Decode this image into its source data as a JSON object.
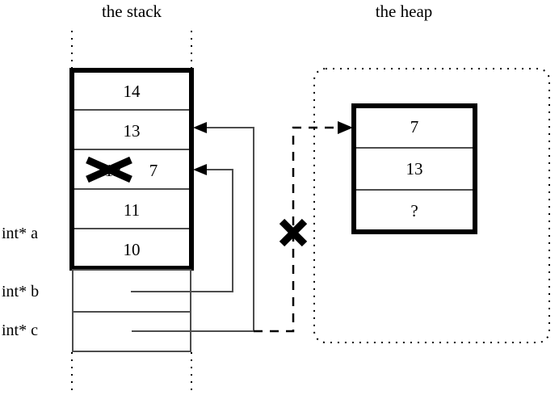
{
  "diagram": {
    "title_stack": "the stack",
    "title_heap": "the heap",
    "colors": {
      "ink": "#000000",
      "background": "#ffffff",
      "thin_line": "#4d4d4d"
    }
  },
  "stack": {
    "label": "the stack",
    "allocated_cells": [
      {
        "value": "14"
      },
      {
        "value": "13"
      },
      {
        "value": "12",
        "struck_out": true,
        "replacement": "7"
      },
      {
        "value": "11"
      },
      {
        "value": "10"
      }
    ],
    "pointer_vars": [
      {
        "label": "int* a",
        "points_to": "stack-cell-10"
      },
      {
        "label": "int* b",
        "points_to": "stack-cell-12"
      },
      {
        "label": "int* c",
        "points_to": "stack-cell-13"
      }
    ],
    "struck_value": "12",
    "new_value": "7"
  },
  "heap": {
    "label": "the heap",
    "cells": [
      {
        "value": "7"
      },
      {
        "value": "13"
      },
      {
        "value": "?"
      }
    ]
  },
  "annotations": {
    "invalidated_pointer_mark": "x-cross",
    "invalidated_value_mark": "x-cross"
  }
}
